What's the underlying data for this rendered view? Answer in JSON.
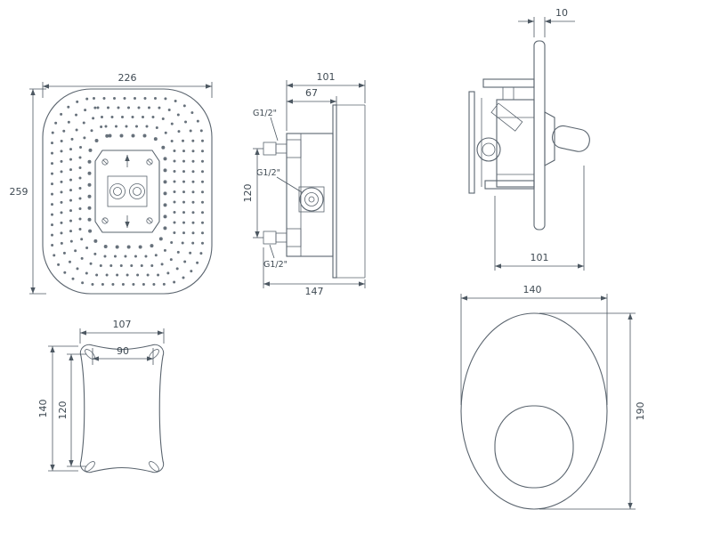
{
  "style": {
    "line_color": "#5a646e",
    "dim_color": "#4d5862",
    "text_color": "#3f4a53",
    "background": "#ffffff"
  },
  "showerhead": {
    "width": "226",
    "height": "259"
  },
  "valve": {
    "depth_total": "101",
    "depth_body": "67",
    "port_spacing": "120",
    "length_total": "147",
    "thread_top": "G1/2\"",
    "thread_mid": "G1/2\"",
    "thread_bottom": "G1/2\""
  },
  "mixer": {
    "plate_thickness": "10",
    "depth": "101"
  },
  "bracket": {
    "width_outer": "107",
    "width_inner": "90",
    "height_outer": "140",
    "height_inner": "120"
  },
  "trim_plate": {
    "width": "140",
    "height": "190"
  }
}
